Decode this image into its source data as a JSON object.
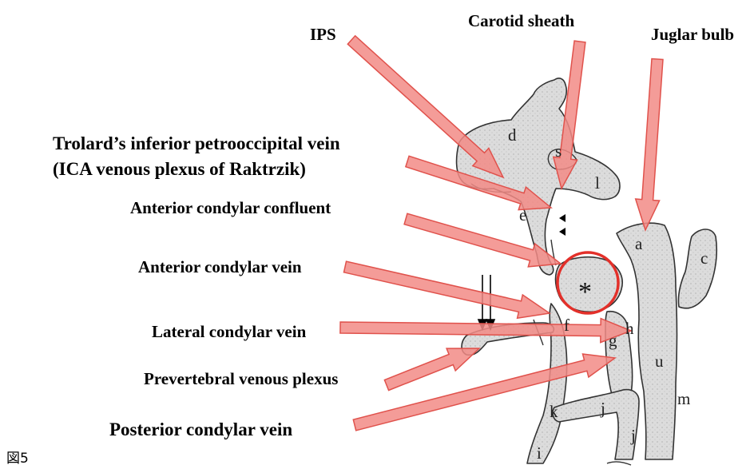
{
  "labels": {
    "ips": "IPS",
    "carotid_sheath": "Carotid sheath",
    "jugular_bulb": "Juglar bulb",
    "trolard_line1": "Trolard’s inferior petrooccipital vein",
    "trolard_line2": "(ICA venous plexus of Raktrzik)",
    "anterior_condylar_confluent": "Anterior condylar confluent",
    "anterior_condylar_vein": "Anterior condylar vein",
    "lateral_condylar_vein": "Lateral condylar vein",
    "prevertebral_venous_plexus": "Prevertebral venous plexus",
    "posterior_condylar_vein": "Posterior condylar vein"
  },
  "letters": {
    "a": "a",
    "c": "c",
    "d": "d",
    "e": "e",
    "f": "f",
    "g": "g",
    "h": "h",
    "i": "i",
    "j1": "j",
    "j2": "j",
    "k": "k",
    "l": "l",
    "m": "m",
    "s": "s",
    "u": "u",
    "asterisk": "*"
  },
  "figure_number": "図5",
  "colors": {
    "arrow_fill": "#f28b86",
    "arrow_stroke": "#e0524c",
    "circle": "#e3302a",
    "vessel_fill": "#dcdcdc",
    "vessel_stroke": "#333333"
  }
}
